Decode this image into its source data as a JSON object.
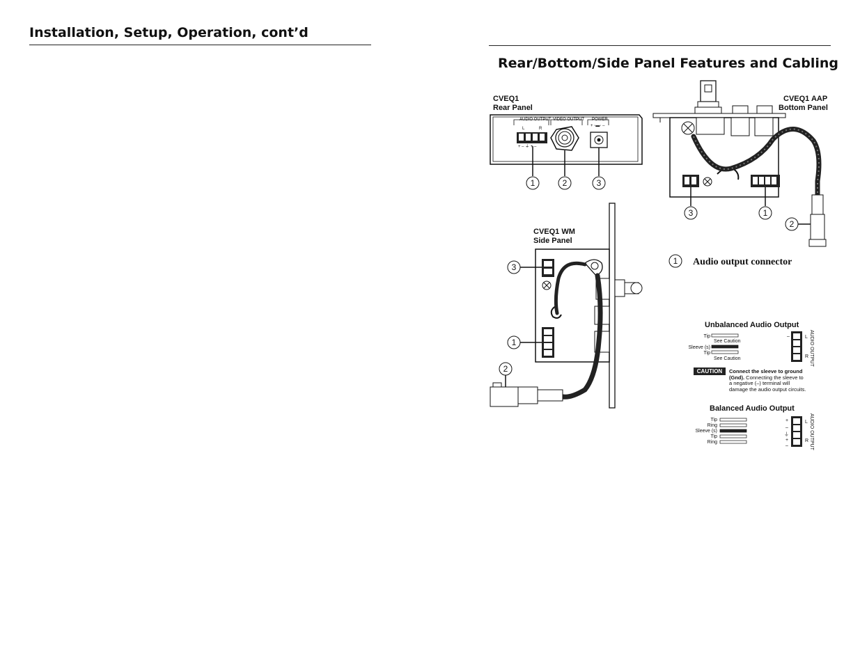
{
  "page": {
    "left_title": "Installation, Setup, Operation, cont’d",
    "right_title": "Rear/Bottom/Side Panel Features and Cabling"
  },
  "rear_panel": {
    "label_line1": "CVEQ1",
    "label_line2": "Rear Panel",
    "audio_output": "AUDIO OUTPUT",
    "video_output": "VIDEO OUTPUT",
    "power": "POWER",
    "l": "L",
    "r": "R"
  },
  "bottom_panel": {
    "label_line1": "CVEQ1 AAP",
    "label_line2": "Bottom Panel"
  },
  "side_panel": {
    "label_line1": "CVEQ1 WM",
    "label_line2": "Side Panel"
  },
  "callouts": {
    "one": "1",
    "two": "2",
    "three": "3"
  },
  "legend": {
    "num": "1",
    "text": "Audio output connector"
  },
  "unbalanced": {
    "title": "Unbalanced Audio Output",
    "tip1": "Tip",
    "see_caution1": "See Caution",
    "sleeve": "Sleeve (s)",
    "tip2": "Tip",
    "see_caution2": "See Caution",
    "vertical_label": "AUDIO OUTPUT",
    "l": "L",
    "r": "R"
  },
  "caution": {
    "badge": "CAUTION",
    "line1": "Connect the sleeve to ground",
    "line2_bold": "(Gnd).",
    "line2_rest": " Connecting the sleeve to",
    "line3": "a negative (–) terminal will",
    "line4": "damage the audio output circuits."
  },
  "balanced": {
    "title": "Balanced Audio Output",
    "tip1": "Tip",
    "ring1": "Ring",
    "sleeve": "Sleeve (s)",
    "tip2": "Tip",
    "ring2": "Ring",
    "vertical_label": "AUDIO OUTPUT",
    "l": "L",
    "r": "R"
  }
}
